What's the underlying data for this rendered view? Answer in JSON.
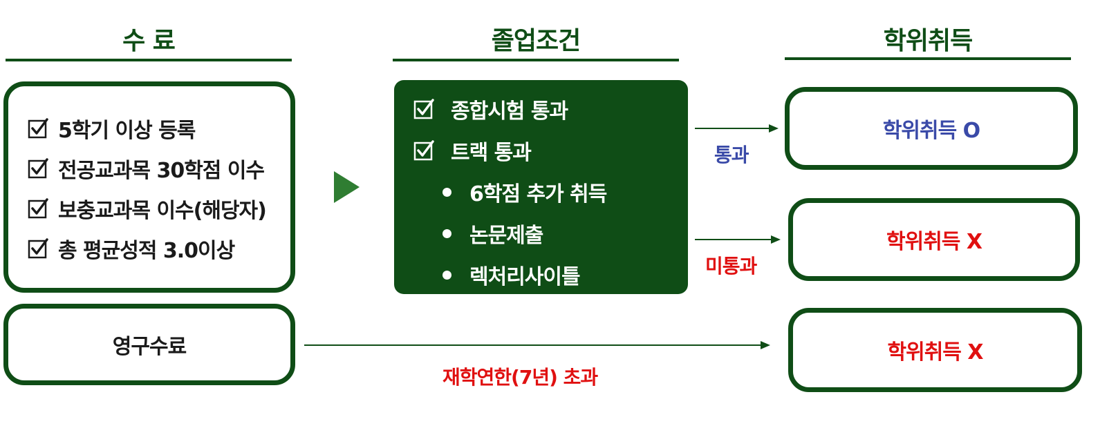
{
  "headers": {
    "completion": "수 료",
    "conditions": "졸업조건",
    "degree": "학위취득"
  },
  "completion_box": {
    "items": [
      "5학기 이상 등록",
      "전공교과목 30학점 이수",
      "보충교과목 이수(해당자)",
      "총 평균성적 3.0이상"
    ]
  },
  "permanent_box": {
    "label": "영구수료"
  },
  "conditions_box": {
    "checked_items": [
      "종합시험 통과",
      "트랙 통과"
    ],
    "sub_items": [
      "6학점 추가 취득",
      "논문제출",
      "렉처리사이틀"
    ]
  },
  "outcomes": [
    {
      "label": "학위취득 O",
      "color": "#3a4aa8"
    },
    {
      "label": "학위취득 X",
      "color": "#e01010"
    },
    {
      "label": "학위취득 X",
      "color": "#e01010"
    }
  ],
  "arrow_labels": {
    "pass": "통과",
    "fail": "미통과",
    "exceeded": "재학연한(7년) 초과"
  },
  "colors": {
    "primary_green": "#0f4d16",
    "arrow_green": "#2f7d32",
    "pass_blue": "#3a4aa8",
    "fail_red": "#e01010"
  },
  "icons": {
    "checkbox": "checkbox-checked-icon",
    "play": "play-triangle-icon",
    "arrow": "arrow-right-icon"
  }
}
